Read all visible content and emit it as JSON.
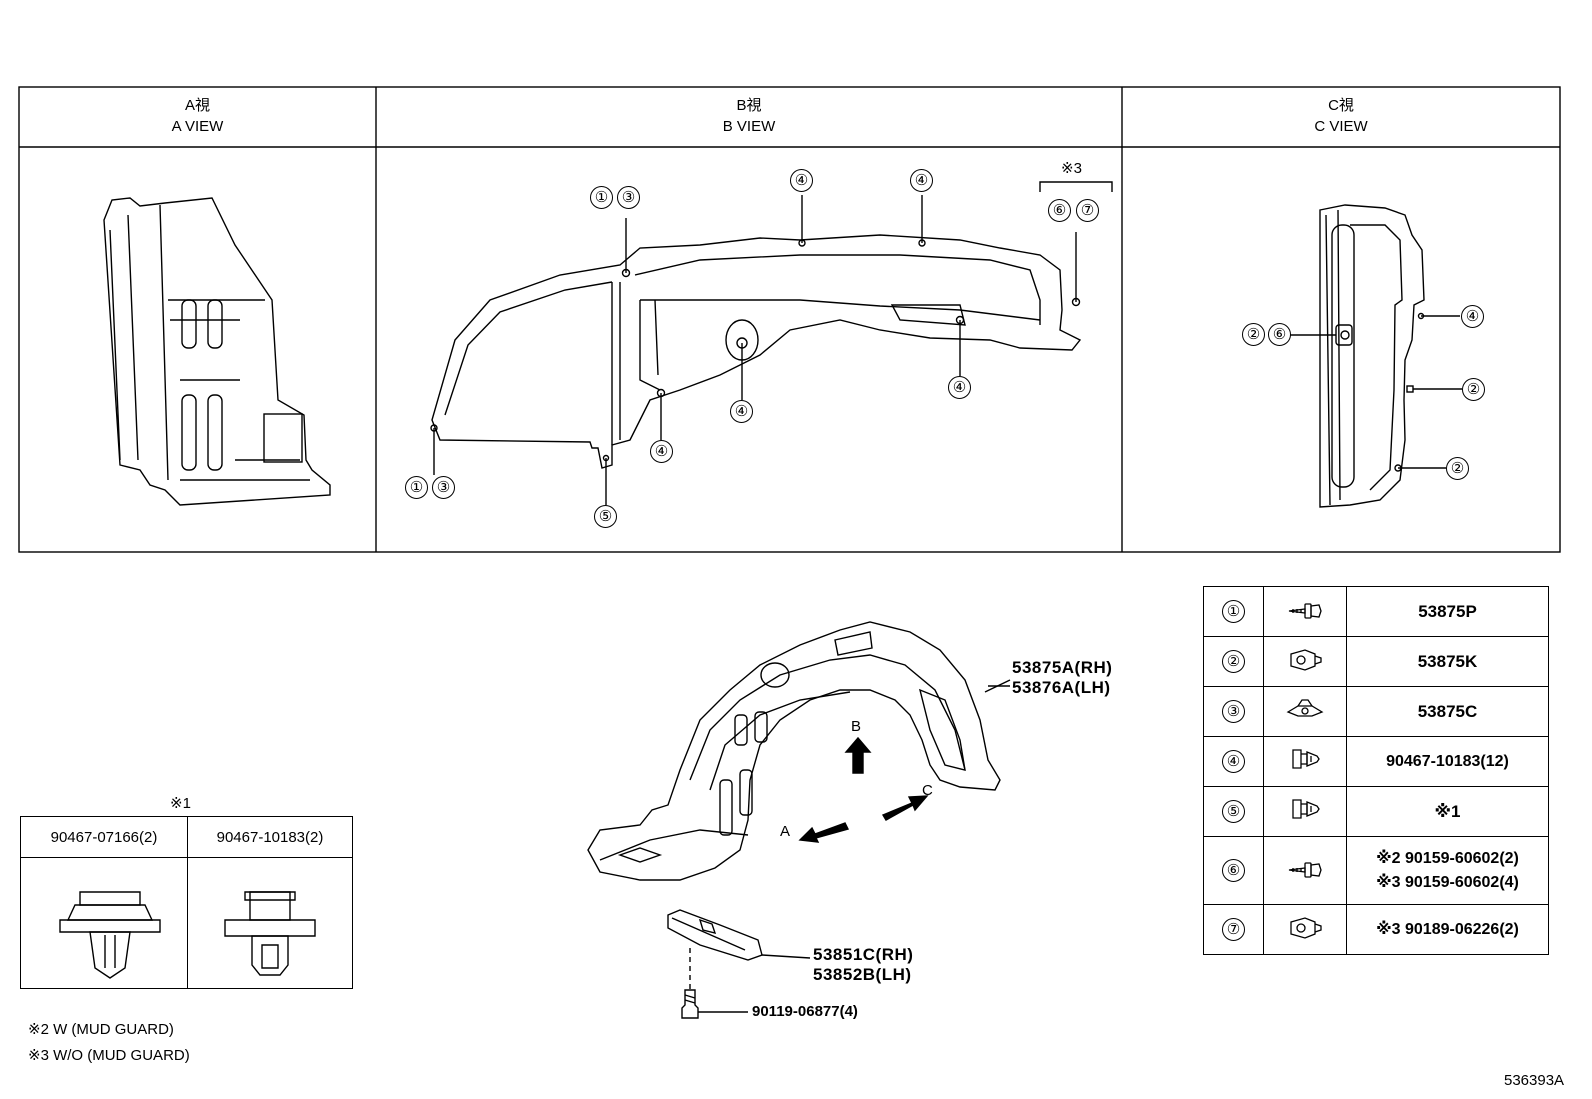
{
  "views": {
    "a": {
      "jp": "A視",
      "en": "A VIEW"
    },
    "b": {
      "jp": "B視",
      "en": "B VIEW"
    },
    "c": {
      "jp": "C視",
      "en": "C VIEW"
    }
  },
  "b_view": {
    "callouts": {
      "tl_1": "①",
      "tl_3": "③",
      "top_4a": "④",
      "top_4b": "④",
      "ref3_mark": "※3",
      "r_6": "⑥",
      "r_7": "⑦",
      "mid_4": "④",
      "right_4": "④",
      "low_4": "④",
      "bl_1": "①",
      "bl_3": "③",
      "bot_5": "⑤"
    }
  },
  "c_view": {
    "callouts": {
      "l_2": "②",
      "l_6": "⑥",
      "r_4": "④",
      "r_2a": "②",
      "r_2b": "②"
    }
  },
  "liner": {
    "part_rh": "53875A(RH)",
    "part_lh": "53876A(LH)",
    "arrow_a": "A",
    "arrow_b": "B",
    "arrow_c": "C"
  },
  "bracket": {
    "part_rh": "53851C(RH)",
    "part_lh": "53852B(LH)",
    "bolt": "90119-06877(4)"
  },
  "clips": {
    "ref": "※1",
    "col1": "90467-07166(2)",
    "col2": "90467-10183(2)"
  },
  "notes": {
    "n2": "※2  W (MUD GUARD)",
    "n3": "※3  W/O (MUD GUARD)"
  },
  "fastener_table": [
    {
      "num": "①",
      "icon": "screw-icon",
      "parts": [
        "53875P"
      ]
    },
    {
      "num": "②",
      "icon": "nut-icon",
      "parts": [
        "53875K"
      ]
    },
    {
      "num": "③",
      "icon": "clip-nut-icon",
      "parts": [
        "53875C"
      ]
    },
    {
      "num": "④",
      "icon": "push-clip-icon",
      "parts": [
        "90467-10183(12)"
      ]
    },
    {
      "num": "⑤",
      "icon": "push-clip-icon",
      "parts": [
        "※1"
      ]
    },
    {
      "num": "⑥",
      "icon": "screw-icon",
      "parts": [
        "※2 90159-60602(2)",
        "※3 90159-60602(4)"
      ]
    },
    {
      "num": "⑦",
      "icon": "nut-icon",
      "parts": [
        "※3 90189-06226(2)"
      ]
    }
  ],
  "diagram_id": "536393A"
}
